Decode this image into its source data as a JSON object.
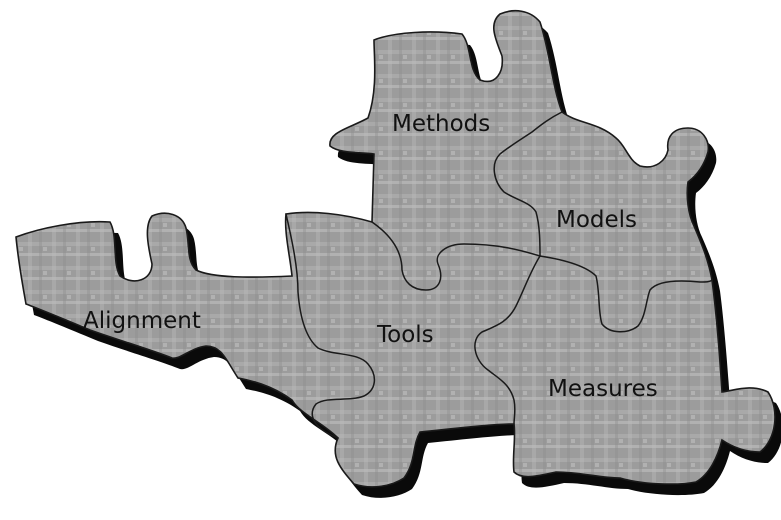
{
  "labels": {
    "methods": "Methods",
    "models": "Models",
    "alignment": "Alignment",
    "tools": "Tools",
    "measures": "Measures"
  },
  "colors": {
    "piece_fill": "#9a9a9a",
    "piece_texture": "#c2c2c2",
    "shadow": "#0a0a0a",
    "outline": "#1a1a1a"
  }
}
